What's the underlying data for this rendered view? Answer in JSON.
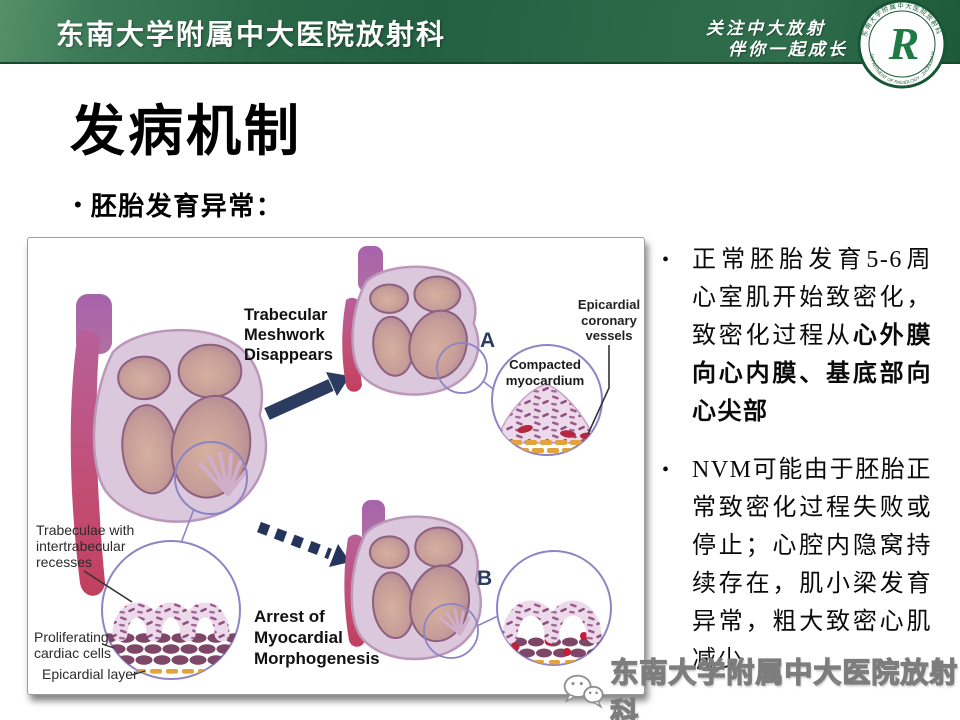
{
  "banner": {
    "title": "东南大学附属中大医院放射科",
    "slogan1": "关注中大放射",
    "slogan2": "伴你一起成长",
    "logo": {
      "letter": "R",
      "arc_top": "东南大学附属中大医院放射科",
      "arc_bottom": "DEPARTMENT OF RADIOLOGY · ZHONGDA HOSPITAL"
    },
    "colors": {
      "green_dark": "#235f41",
      "green_light": "#569069"
    }
  },
  "slide": {
    "title": "发病机制",
    "bullet_glyph": "•",
    "heading": "胚胎发育异常：",
    "points": [
      {
        "pre": "正常胚胎发育5-6周心室肌开始致密化，致密化过程从",
        "bold": "心外膜向心内膜、基底部向心尖部"
      },
      {
        "pre": "NVM可能由于胚胎正常致密化过程失败或停止；心腔内隐窝持续存在，肌小梁发育异常，粗大致密心肌减少",
        "bold": ""
      }
    ]
  },
  "figure": {
    "labels": {
      "meshwork": [
        "Trabecular",
        "Meshwork",
        "Disappears"
      ],
      "epicardial_vessels": [
        "Epicardial",
        "coronary",
        "vessels"
      ],
      "compacted": [
        "Compacted",
        "myocardium"
      ],
      "recesses": [
        "Trabeculae with",
        "intertrabecular",
        "recesses"
      ],
      "proliferating": [
        "Proliferating",
        "cardiac cells"
      ],
      "epicardial_layer": "Epicardial layer",
      "arrest": [
        "Arrest of",
        "Myocardial",
        "Morphogenesis"
      ],
      "letter_a": "A",
      "letter_b": "B"
    },
    "colors": {
      "navy_arrow": "#2c3c60",
      "heart_wall": "#dbc8dc",
      "chamber": "#c79e98",
      "tissue_pink": "#ecdaea",
      "cell_plum": "#7e4767",
      "epicardium_orange": "#e2a33c",
      "vessel_red": "#c2203a",
      "callout_ring": "#8b85c6"
    }
  },
  "footer": {
    "text": "东南大学附属中大医院放射科"
  }
}
